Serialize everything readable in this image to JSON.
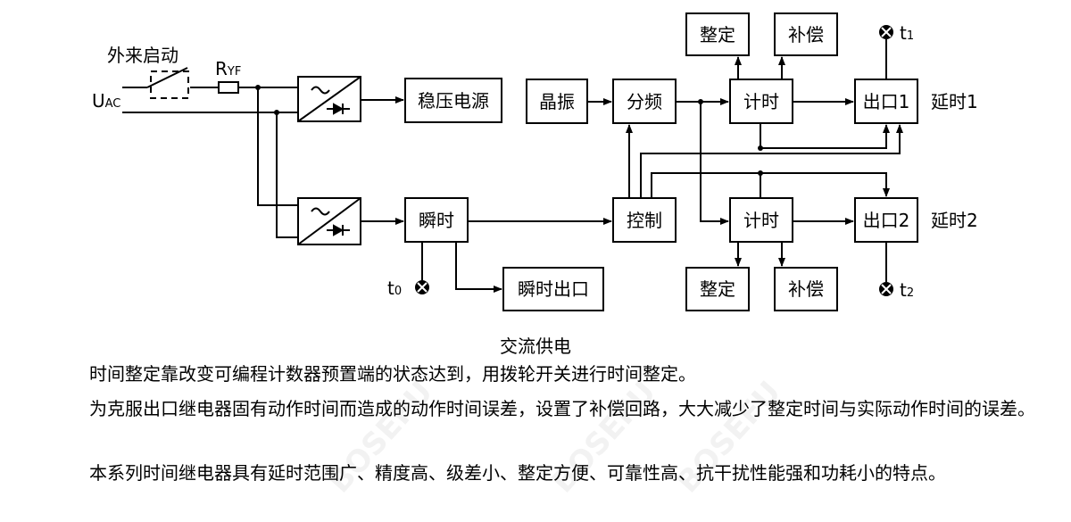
{
  "diagram": {
    "labels": {
      "external_start": "外来启动",
      "ryf_main": "R",
      "ryf_sub": "YF",
      "uac_main": "U",
      "uac_sub": "AC",
      "regulated_power": "稳压电源",
      "crystal": "晶振",
      "divider": "分频",
      "timer_1": "计时",
      "timer_2": "计时",
      "setting_top": "整定",
      "compensation_top": "补偿",
      "setting_bottom": "整定",
      "compensation_bottom": "补偿",
      "output_1": "出口1",
      "output_2": "出口2",
      "delay_1": "延时1",
      "delay_2": "延时2",
      "instant": "瞬时",
      "control": "控制",
      "instant_output": "瞬时出口",
      "t1_main": "t",
      "t1_sub": "1",
      "t2_main": "t",
      "t2_sub": "2",
      "t0_main": "t",
      "t0_sub": "0"
    }
  },
  "caption": "交流供电",
  "paragraphs": [
    "时间整定靠改变可编程计数器预置端的状态达到，用拨轮开关进行时间整定。",
    "为克服出口继电器固有动作时间而造成的动作时间误差，设置了补偿回路，大大减少了整定时间与实际动作时间的误差。",
    "本系列时间继电器具有延时范围广、精度高、级差小、整定方便、可靠性高、抗干扰性能强和功耗小的特点。"
  ],
  "watermark": "BOSEFU"
}
